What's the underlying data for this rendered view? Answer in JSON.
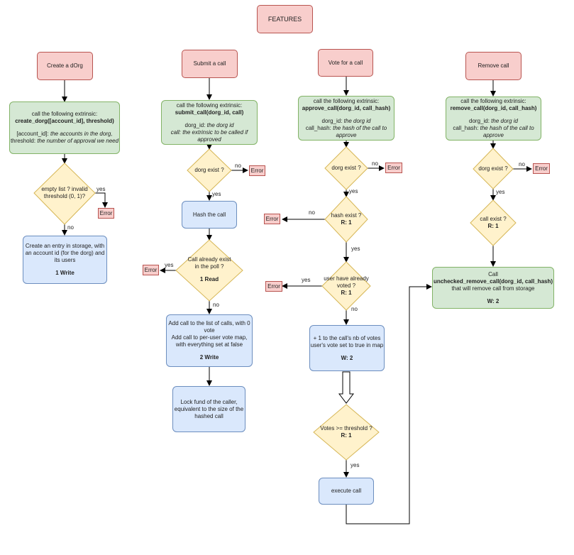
{
  "title": "FEATURES",
  "error_label": "Error",
  "yes_label": "yes",
  "no_label": "no",
  "create": {
    "header": "Create a dOrg",
    "box_line1": "call the following extrinsic:",
    "box_call": "create_dorg([account_id], threshold)",
    "box_param1_name": "[account_id]:",
    "box_param1_desc": "the accounts in the dorg,",
    "box_param2_name": "threshold:",
    "box_param2_desc": "the number of approval we need",
    "decision": "empty list ? invalid threshold (0, 1)?",
    "result_text": "Create an entry in storage, with an account id (for the dorg) and its users",
    "result_cost": "1 Write"
  },
  "submit": {
    "header": "Submit a call",
    "box_line1": "call the following extrinsic:",
    "box_call": "submit_call(dorg_id, call)",
    "box_param1_name": "dorg_id:",
    "box_param1_desc": "the dorg id",
    "box_param2_desc": "call: the extrinsic to be called if approved",
    "decision1": "dorg exist ?",
    "hash": "Hash the call",
    "decision2": "Call already exist in the poll ?",
    "decision2_cost": "1 Read",
    "add_line1": "Add call to the list of calls, with 0 vote",
    "add_line2": "Add call to per-user vote map, with everything set at false",
    "add_cost": "2 Write",
    "lock": "Lock fund of the caller, equivalent to the size of the hashed call"
  },
  "vote": {
    "header": "Vote for a call",
    "box_line1": "call the following extrinsic:",
    "box_call": "approve_call(dorg_id, call_hash)",
    "box_param1_name": "dorg_id:",
    "box_param1_desc": "the dorg id",
    "box_param2_name": "call_hash:",
    "box_param2_desc": "the hash of the call to approve",
    "decision1": "dorg exist ?",
    "decision2": "hash exist ?",
    "decision2_cost": "R: 1",
    "decision3": "user have already voted ?",
    "decision3_cost": "R: 1",
    "update_line1": "+ 1 to the call's nb of votes",
    "update_line2": "user's vote set to true in map",
    "update_cost": "W: 2",
    "decision4": "Votes >= threshold ?",
    "decision4_cost": "R: 1",
    "execute": "execute call"
  },
  "remove": {
    "header": "Remove call",
    "box_line1": "call the following extrinsic:",
    "box_call": "remove_call(dorg_id, call_hash)",
    "box_param1_name": "dorg_id:",
    "box_param1_desc": "the dorg id",
    "box_param2_name": "call_hash:",
    "box_param2_desc": "the hash of the call to approve",
    "decision1": "dorg exist ?",
    "decision2": "call exist ?",
    "decision2_cost": "R: 1",
    "unchecked_line1": "Call",
    "unchecked_call": "unchecked_remove_call(dorg_id, call_hash)",
    "unchecked_line2": "that will remove call from storage",
    "unchecked_cost": "W: 2"
  },
  "colors": {
    "red_fill": "#f8cecc",
    "green_fill": "#d5e8d4",
    "blue_fill": "#dae8fc",
    "yellow_fill": "#fff2cc"
  }
}
